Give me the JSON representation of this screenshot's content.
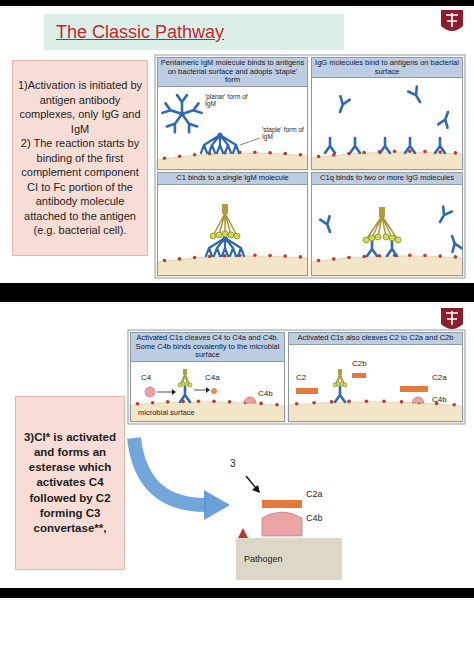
{
  "diagram": {
    "title": "The Classic Pathway",
    "nodes": [
      {
        "text": [
          "1)Activation is initiated by antigen antibody complexes, only IgG and IgM",
          "2) The reaction starts by binding of the first complement component CI to Fc portion of the antibody molecule attached to the antigen (e.g. bacterial cell)."
        ]
      },
      {
        "text": [
          "Pentameric IgM molecule binds to antigens on bacterial surface and adopts 'staple' form"
        ]
      },
      {
        "text": [
          "IgG molecules bind to antigens on bacterial surface"
        ]
      },
      {
        "text": [
          "C1 binds to a single IgM molecule"
        ]
      },
      {
        "text": [
          "C1q binds to two or more IgG molecules"
        ]
      },
      {
        "text": [
          "Activated C1s cleaves C4 to C4a and C4b. Some C4b binds covalently to the microbial surface"
        ]
      },
      {
        "text": [
          "Activated C1s also cleaves C2 to C2a and C2b"
        ]
      },
      {
        "text": [
          "3)CI* is activated and forms an esterase which activates C4 followed by C2 forming C3 convertase**,"
        ]
      }
    ],
    "labels": [
      "'planar' form of IgM",
      "'staple' form of IgM",
      "C4",
      "C4a",
      "C4b",
      "microbial surface",
      "C2",
      "C2b",
      "C2a",
      "C4b",
      "3",
      "C2a",
      "C4b",
      "Pathogen"
    ]
  }
}
